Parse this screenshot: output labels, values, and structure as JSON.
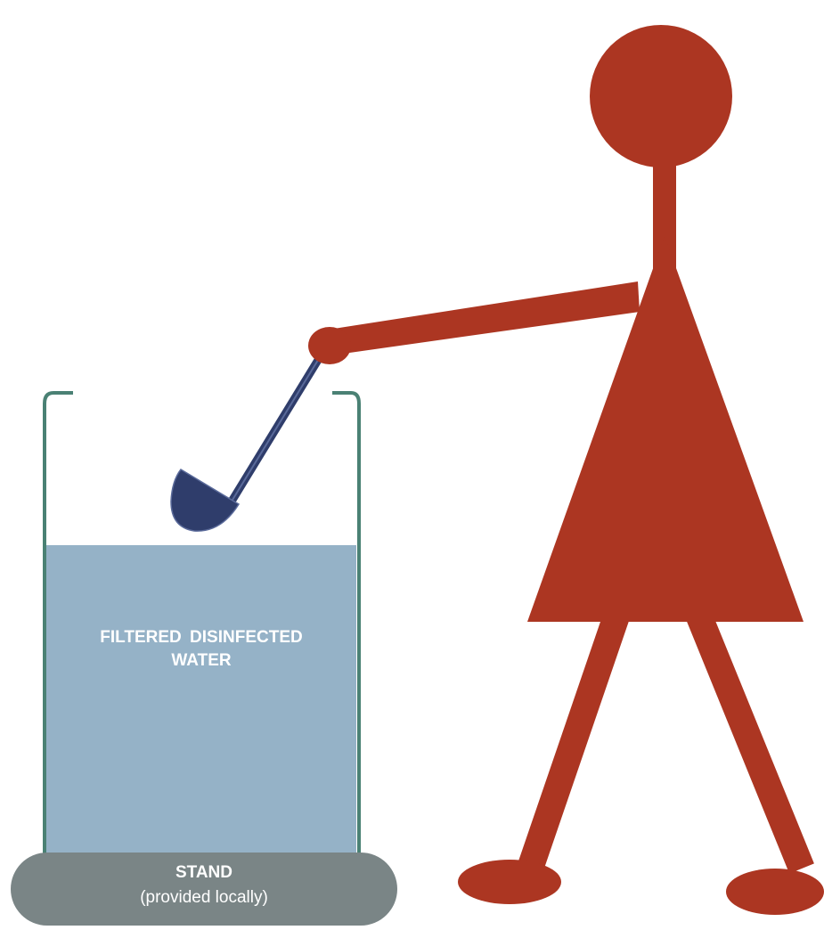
{
  "container": {
    "water_label_line1": "FILTERED  DISINFECTED",
    "water_label_line2": "WATER"
  },
  "stand": {
    "title": "STAND",
    "note": "(provided locally)"
  },
  "colors": {
    "figure": "#ac3622",
    "water": "#95b2c7",
    "container_outline": "#4a8174",
    "ladle": "#2f3d6b",
    "stand": "#7a8586"
  },
  "icons": [
    "person-figure",
    "ladle-icon",
    "water-container",
    "stand-base"
  ]
}
